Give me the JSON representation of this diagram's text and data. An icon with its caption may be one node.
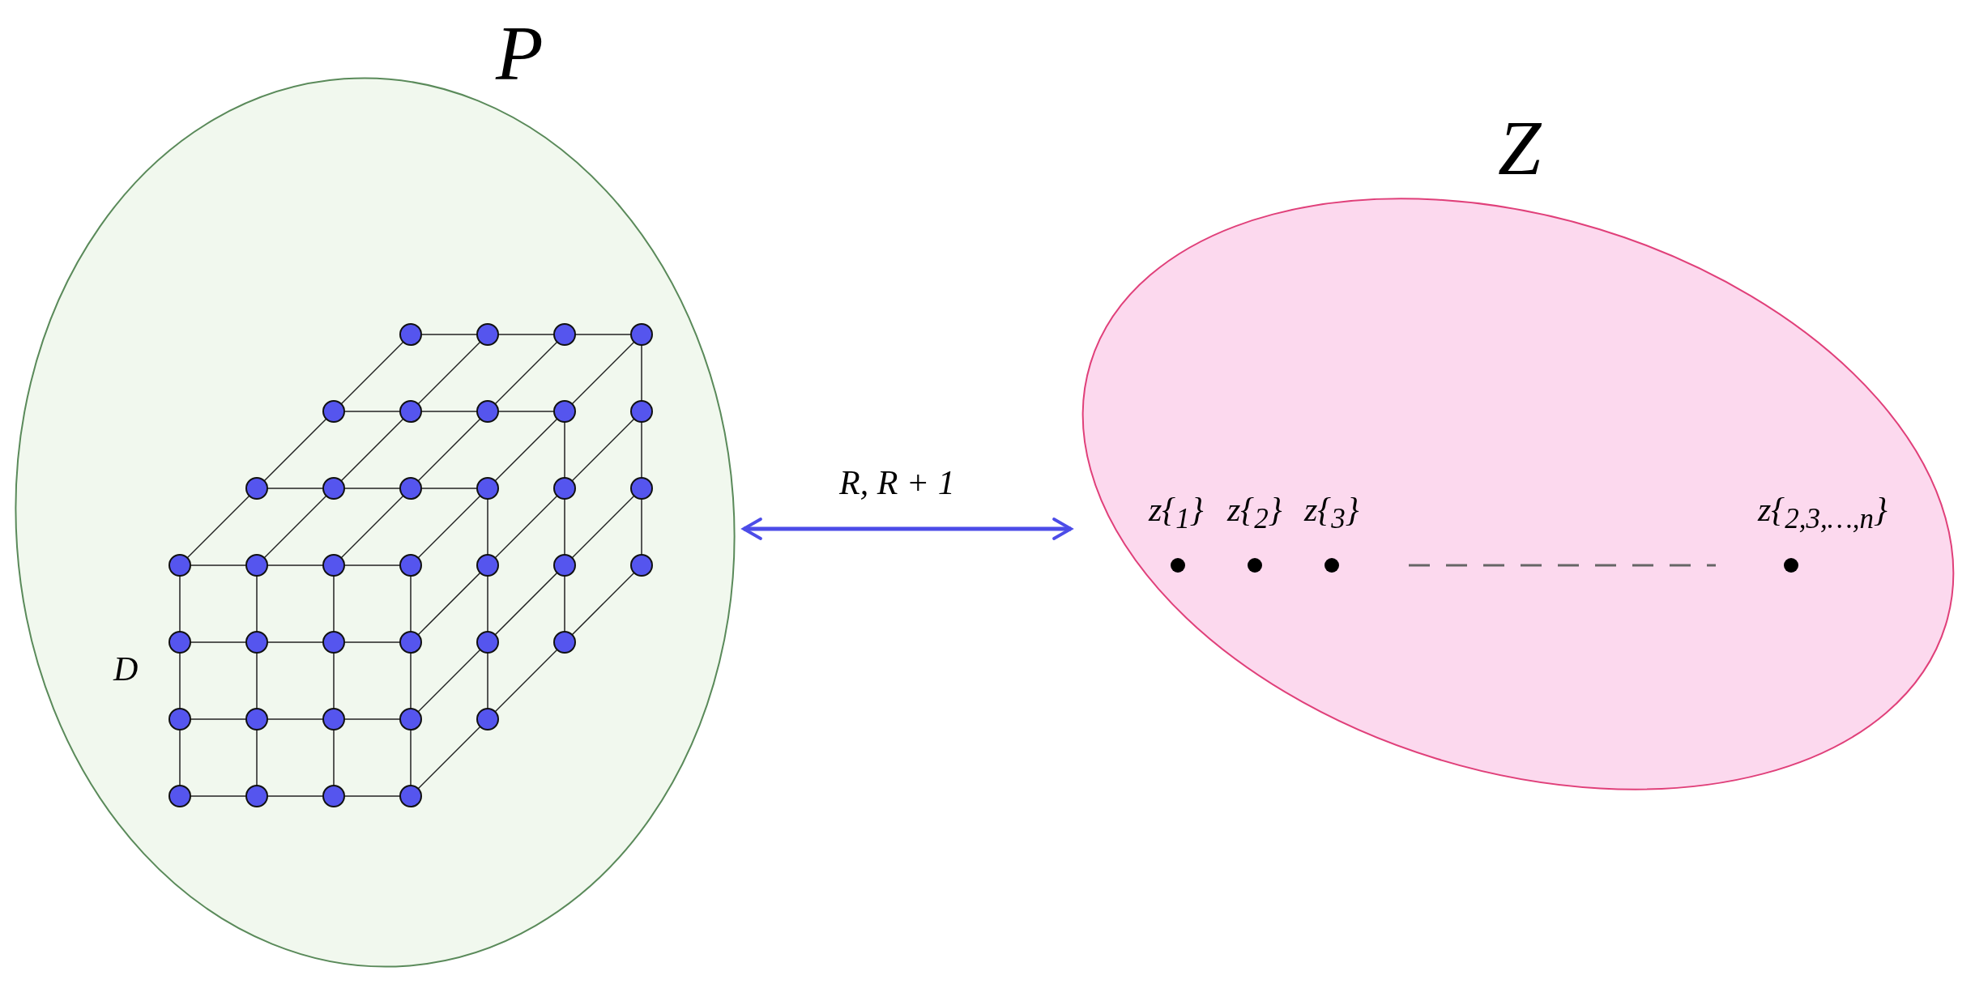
{
  "diagram": {
    "nodes": [
      {
        "text": [
          "P"
        ]
      },
      {
        "text": [
          "Z"
        ]
      }
    ],
    "edges": [
      {
        "from": 0,
        "to": 1,
        "arrow": "both",
        "label": "R, R + 1"
      }
    ],
    "labels": [
      "D",
      "z{$_{1}$}",
      "z{$_{2}$}",
      "z{$_{3}$}",
      "z{$_{2,3,…,n}$}"
    ]
  }
}
